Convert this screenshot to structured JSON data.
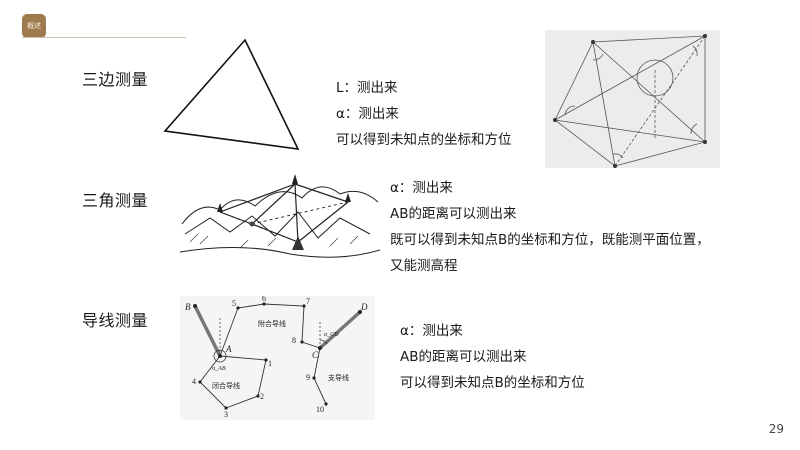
{
  "header": {
    "badge_text": "概述"
  },
  "sections": [
    {
      "title": "三边测量",
      "lines": [
        "L：测出来",
        "α：测出来",
        "可以得到未知点的坐标和方位"
      ]
    },
    {
      "title": "三角测量",
      "lines": [
        "α：测出来",
        "AB的距离可以测出来",
        "既可以得到未知点B的坐标和方位，既能测平面位置，",
        "又能测高程"
      ]
    },
    {
      "title": "导线测量",
      "lines": [
        "α：测出来",
        "AB的距离可以测出来",
        "可以得到未知点B的坐标和方位"
      ]
    }
  ],
  "traverse_diagram": {
    "point_labels": [
      "B",
      "A",
      "5",
      "6",
      "7",
      "8",
      "C",
      "D",
      "4",
      "1",
      "2",
      "3",
      "9",
      "10"
    ],
    "angle_labels": [
      "α_AB",
      "α_CD"
    ],
    "route_labels": [
      "附合导线",
      "闭合导线",
      "支导线"
    ]
  },
  "page_number": "29"
}
